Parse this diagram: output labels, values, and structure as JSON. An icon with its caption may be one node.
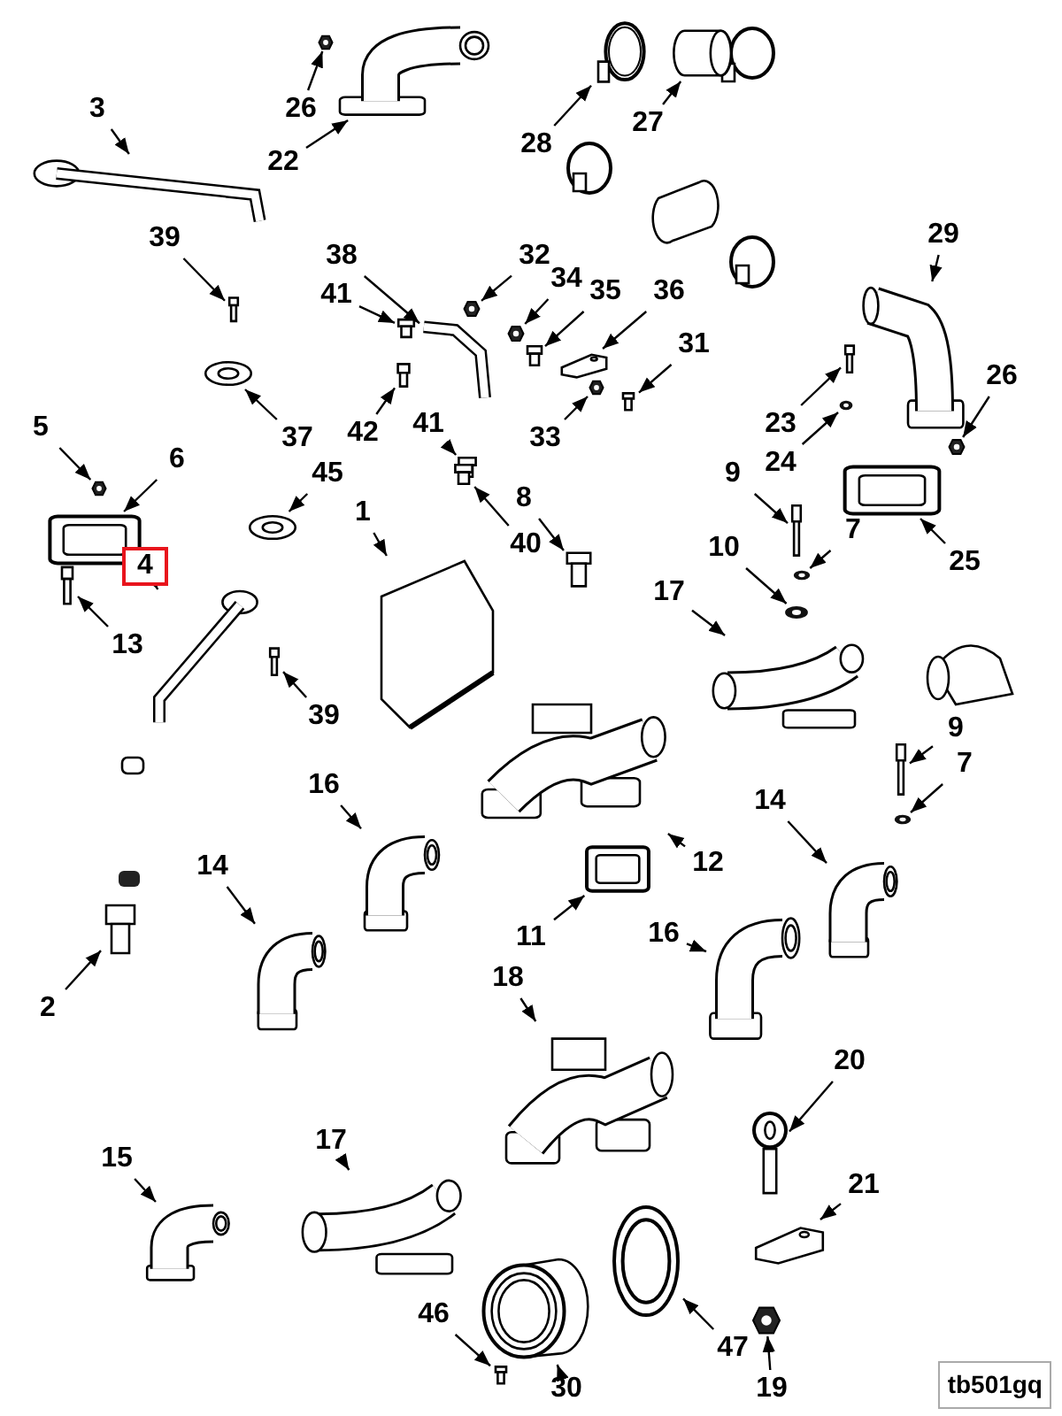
{
  "diagram": {
    "nodes": [
      {
        "text": [
          "26"
        ]
      },
      {
        "text": [],
        "shape": "picture"
      },
      {
        "text": [
          "22"
        ]
      },
      {
        "text": [],
        "shape": "picture"
      },
      {
        "text": [
          "28"
        ]
      },
      {
        "text": [],
        "shape": "picture"
      },
      {
        "text": [
          "27"
        ]
      },
      {
        "text": [],
        "shape": "picture"
      },
      {
        "text": [
          "3"
        ]
      },
      {
        "text": [],
        "shape": "picture"
      },
      {
        "text": [
          "39"
        ]
      },
      {
        "text": [],
        "shape": "picture"
      },
      {
        "text": [
          "38"
        ]
      },
      {
        "text": [],
        "shape": "picture"
      },
      {
        "text": [
          "41"
        ]
      },
      {
        "text": [],
        "shape": "picture"
      },
      {
        "text": [
          "32"
        ]
      },
      {
        "text": [],
        "shape": "picture"
      },
      {
        "text": [
          "34"
        ]
      },
      {
        "text": [],
        "shape": "picture"
      },
      {
        "text": [
          "35"
        ]
      },
      {
        "text": [],
        "shape": "picture"
      },
      {
        "text": [
          "36"
        ]
      },
      {
        "text": [],
        "shape": "picture"
      },
      {
        "text": [
          "31"
        ]
      },
      {
        "text": [],
        "shape": "picture"
      },
      {
        "text": [
          "37"
        ]
      },
      {
        "text": [],
        "shape": "picture"
      },
      {
        "text": [
          "42"
        ]
      },
      {
        "text": [],
        "shape": "picture"
      },
      {
        "text": [
          "41"
        ]
      },
      {
        "text": [],
        "shape": "picture"
      },
      {
        "text": [
          "33"
        ]
      },
      {
        "text": [],
        "shape": "picture"
      },
      {
        "text": [
          "29"
        ]
      },
      {
        "text": [],
        "shape": "picture"
      },
      {
        "text": [
          "23"
        ]
      },
      {
        "text": [],
        "shape": "picture"
      },
      {
        "text": [
          "24"
        ]
      },
      {
        "text": [],
        "shape": "picture"
      },
      {
        "text": [
          "26"
        ]
      },
      {
        "text": [],
        "shape": "picture"
      },
      {
        "text": [
          "25"
        ]
      },
      {
        "text": [],
        "shape": "picture"
      },
      {
        "text": [
          "5"
        ]
      },
      {
        "text": [],
        "shape": "picture"
      },
      {
        "text": [
          "6"
        ]
      },
      {
        "text": [],
        "shape": "picture"
      },
      {
        "text": [
          "45"
        ]
      },
      {
        "text": [],
        "shape": "picture"
      },
      {
        "text": [
          "1"
        ]
      },
      {
        "text": [],
        "shape": "picture"
      },
      {
        "text": [
          "8"
        ]
      },
      {
        "text": [],
        "shape": "picture"
      },
      {
        "text": [
          "40"
        ]
      },
      {
        "text": [],
        "shape": "picture"
      },
      {
        "text": [
          "9"
        ]
      },
      {
        "text": [],
        "shape": "picture"
      },
      {
        "text": [
          "7"
        ]
      },
      {
        "text": [],
        "shape": "picture"
      },
      {
        "text": [
          "10"
        ]
      },
      {
        "text": [],
        "shape": "picture"
      },
      {
        "text": [
          "4"
        ]
      },
      {
        "text": [],
        "shape": "picture"
      },
      {
        "text": [
          "13"
        ]
      },
      {
        "text": [],
        "shape": "picture"
      },
      {
        "text": [
          "39"
        ]
      },
      {
        "text": [],
        "shape": "picture"
      },
      {
        "text": [
          "17"
        ]
      },
      {
        "text": [],
        "shape": "picture"
      },
      {
        "text": [
          "9"
        ]
      },
      {
        "text": [],
        "shape": "picture"
      },
      {
        "text": [
          "7"
        ]
      },
      {
        "text": [],
        "shape": "picture"
      },
      {
        "text": [
          "16"
        ]
      },
      {
        "text": [],
        "shape": "picture"
      },
      {
        "text": [
          "14"
        ]
      },
      {
        "text": [],
        "shape": "picture"
      },
      {
        "text": [
          "12"
        ]
      },
      {
        "text": [],
        "shape": "picture"
      },
      {
        "text": [
          "14"
        ]
      },
      {
        "text": [],
        "shape": "picture"
      },
      {
        "text": [
          "11"
        ]
      },
      {
        "text": [],
        "shape": "picture"
      },
      {
        "text": [
          "2"
        ]
      },
      {
        "text": [],
        "shape": "picture"
      },
      {
        "text": [
          "16"
        ]
      },
      {
        "text": [],
        "shape": "picture"
      },
      {
        "text": [
          "18"
        ]
      },
      {
        "text": [],
        "shape": "picture"
      },
      {
        "text": [
          "20"
        ]
      },
      {
        "text": [],
        "shape": "picture"
      },
      {
        "text": [
          "15"
        ]
      },
      {
        "text": [],
        "shape": "picture"
      },
      {
        "text": [
          "17"
        ]
      },
      {
        "text": [],
        "shape": "picture"
      },
      {
        "text": [
          "21"
        ]
      },
      {
        "text": [],
        "shape": "picture"
      },
      {
        "text": [
          "46"
        ]
      },
      {
        "text": [],
        "shape": "picture"
      },
      {
        "text": [
          "47"
        ]
      },
      {
        "text": [],
        "shape": "picture"
      },
      {
        "text": [
          "30"
        ]
      },
      {
        "text": [],
        "shape": "picture"
      },
      {
        "text": [
          "19"
        ]
      },
      {
        "text": [],
        "shape": "picture"
      }
    ],
    "edges": [
      {
        "from": 0,
        "to": 1,
        "arrow": "to"
      },
      {
        "from": 2,
        "to": 3,
        "arrow": "to"
      },
      {
        "from": 4,
        "to": 5,
        "arrow": "to"
      },
      {
        "from": 6,
        "to": 7,
        "arrow": "to"
      },
      {
        "from": 8,
        "to": 9,
        "arrow": "to"
      },
      {
        "from": 10,
        "to": 11,
        "arrow": "to"
      },
      {
        "from": 12,
        "to": 13,
        "arrow": "to"
      },
      {
        "from": 14,
        "to": 15,
        "arrow": "to"
      },
      {
        "from": 16,
        "to": 17,
        "arrow": "to"
      },
      {
        "from": 18,
        "to": 19,
        "arrow": "to"
      },
      {
        "from": 20,
        "to": 21,
        "arrow": "to"
      },
      {
        "from": 22,
        "to": 23,
        "arrow": "to"
      },
      {
        "from": 24,
        "to": 25,
        "arrow": "to"
      },
      {
        "from": 26,
        "to": 27,
        "arrow": "to"
      },
      {
        "from": 28,
        "to": 29,
        "arrow": "to"
      },
      {
        "from": 30,
        "to": 31,
        "arrow": "to"
      },
      {
        "from": 32,
        "to": 33,
        "arrow": "to"
      },
      {
        "from": 34,
        "to": 35,
        "arrow": "to"
      },
      {
        "from": 36,
        "to": 37,
        "arrow": "to"
      },
      {
        "from": 38,
        "to": 39,
        "arrow": "to"
      },
      {
        "from": 40,
        "to": 41,
        "arrow": "to"
      },
      {
        "from": 42,
        "to": 43,
        "arrow": "to"
      },
      {
        "from": 44,
        "to": 45,
        "arrow": "to"
      },
      {
        "from": 46,
        "to": 47,
        "arrow": "to"
      },
      {
        "from": 48,
        "to": 49,
        "arrow": "to"
      },
      {
        "from": 50,
        "to": 51,
        "arrow": "to"
      },
      {
        "from": 52,
        "to": 53,
        "arrow": "to"
      },
      {
        "from": 54,
        "to": 55,
        "arrow": "to"
      },
      {
        "from": 56,
        "to": 57,
        "arrow": "to"
      },
      {
        "from": 58,
        "to": 59,
        "arrow": "to"
      },
      {
        "from": 60,
        "to": 61,
        "arrow": "to"
      },
      {
        "from": 62,
        "to": 63,
        "arrow": "to"
      },
      {
        "from": 64,
        "to": 65,
        "arrow": "to"
      },
      {
        "from": 66,
        "to": 67,
        "arrow": "to"
      },
      {
        "from": 68,
        "to": 69,
        "arrow": "to"
      },
      {
        "from": 70,
        "to": 71,
        "arrow": "to"
      },
      {
        "from": 72,
        "to": 73,
        "arrow": "to"
      },
      {
        "from": 74,
        "to": 75,
        "arrow": "to"
      },
      {
        "from": 76,
        "to": 77,
        "arrow": "to"
      },
      {
        "from": 78,
        "to": 79,
        "arrow": "to"
      },
      {
        "from": 80,
        "to": 81,
        "arrow": "to"
      },
      {
        "from": 82,
        "to": 83,
        "arrow": "to"
      },
      {
        "from": 84,
        "to": 85,
        "arrow": "to"
      },
      {
        "from": 86,
        "to": 87,
        "arrow": "to"
      },
      {
        "from": 88,
        "to": 89,
        "arrow": "to"
      },
      {
        "from": 90,
        "to": 91,
        "arrow": "to"
      },
      {
        "from": 92,
        "to": 93,
        "arrow": "to"
      },
      {
        "from": 94,
        "to": 95,
        "arrow": "to"
      },
      {
        "from": 96,
        "to": 97,
        "arrow": "to"
      },
      {
        "from": 98,
        "to": 99,
        "arrow": "to"
      },
      {
        "from": 100,
        "to": 101,
        "arrow": "to"
      },
      {
        "from": 102,
        "to": 103,
        "arrow": "to"
      },
      {
        "from": 104,
        "to": 105,
        "arrow": "to"
      }
    ],
    "labels": [
      "tb501gq"
    ]
  }
}
